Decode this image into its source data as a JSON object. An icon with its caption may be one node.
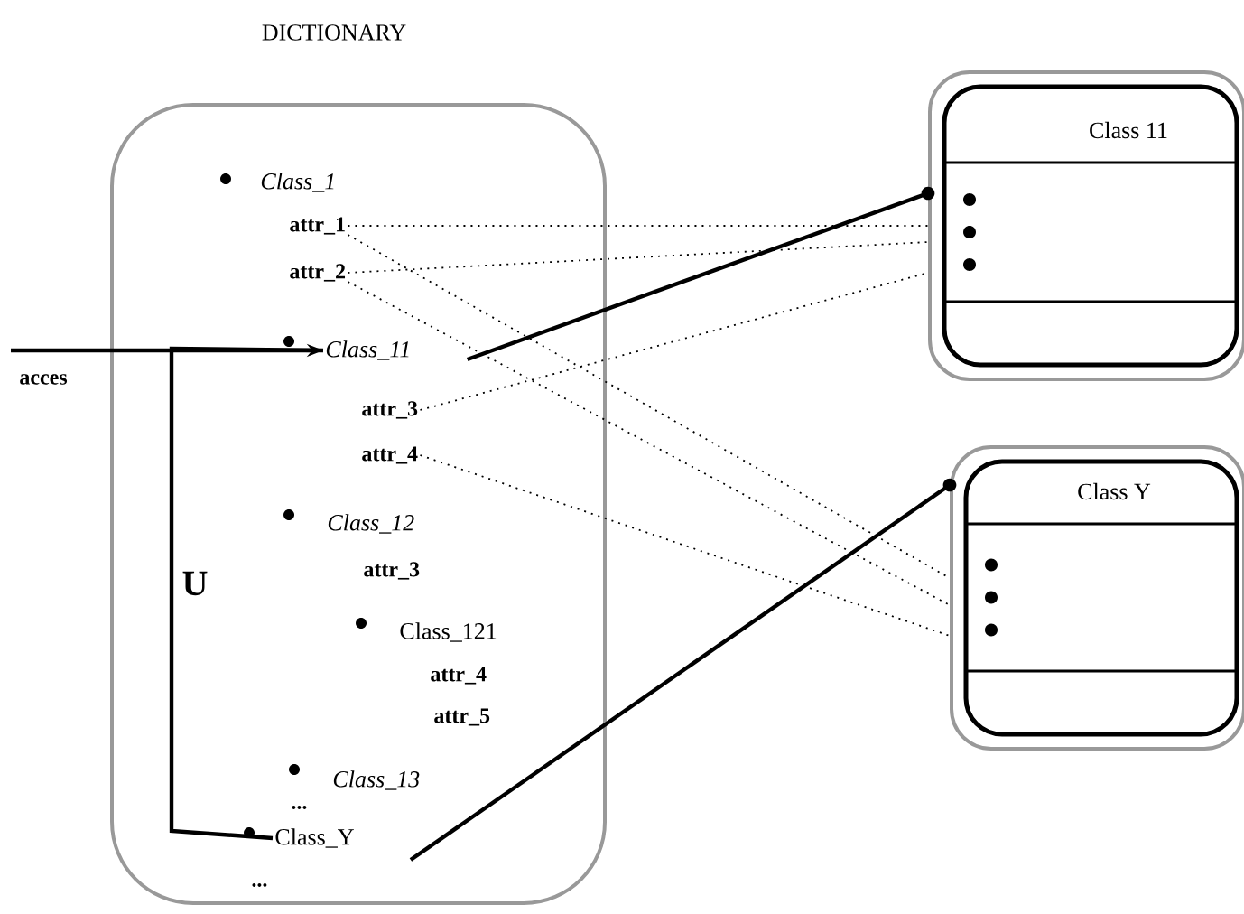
{
  "diagram": {
    "nodes": [
      {
        "text": [
          "DICTIONARY"
        ]
      },
      {
        "text": [
          "attr_1"
        ],
        "in": 0
      },
      {
        "text": [
          "attr_2"
        ],
        "in": 0
      },
      {
        "text": [
          "Class_11"
        ],
        "in": 0
      },
      {
        "text": [
          "attr_3"
        ],
        "in": 0
      },
      {
        "text": [
          "attr_4"
        ],
        "in": 0
      },
      {
        "text": [
          "Class_Y"
        ],
        "in": 0
      },
      {
        "text": [
          "Class 11"
        ]
      },
      {
        "text": [
          "Class Y"
        ]
      }
    ],
    "edges": [
      {
        "from": null,
        "to": 3,
        "arrow": "to",
        "label": "acces"
      },
      {
        "from": 3,
        "to": 6,
        "arrow": "none",
        "label": "U"
      },
      {
        "from": 1,
        "to": 7,
        "arrow": "none",
        "style": "dashed"
      },
      {
        "from": 2,
        "to": 7,
        "arrow": "none",
        "style": "dashed"
      },
      {
        "from": 4,
        "to": 7,
        "arrow": "none",
        "style": "dashed"
      },
      {
        "from": 1,
        "to": 8,
        "arrow": "none",
        "style": "dashed"
      },
      {
        "from": 2,
        "to": 8,
        "arrow": "none",
        "style": "dashed"
      },
      {
        "from": 5,
        "to": 8,
        "arrow": "none",
        "style": "dashed"
      },
      {
        "from": 3,
        "to": 7,
        "arrow": "other"
      },
      {
        "from": 6,
        "to": 8,
        "arrow": "other"
      }
    ],
    "labels": [
      "Class_1",
      "Class_12",
      "attr_3",
      "Class_121",
      "attr_4",
      "attr_5",
      "Class_13",
      "...",
      "..."
    ]
  }
}
